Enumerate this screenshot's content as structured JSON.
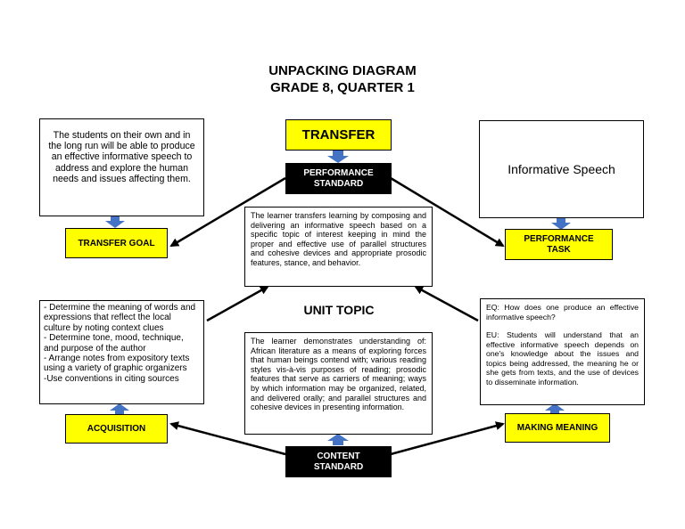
{
  "header": {
    "title": "UNPACKING DIAGRAM",
    "subtitle": "GRADE 8, QUARTER 1"
  },
  "transfer_label": "TRANSFER",
  "performance_standard": {
    "label": "PERFORMANCE STANDARD",
    "text": "The learner transfers learning by composing and delivering an informative speech based on a specific topic of interest keeping in mind the proper and effective use of parallel structures and cohesive devices and appropriate prosodic features, stance, and behavior."
  },
  "transfer_goal": {
    "label": "TRANSFER GOAL",
    "text": "The students on their own and in the long run will be able to produce an effective informative speech to address and explore the human needs and issues affecting them."
  },
  "performance_task": {
    "label": "PERFORMANCE TASK",
    "text": "Informative Speech"
  },
  "unit_topic_label": "UNIT TOPIC",
  "acquisition": {
    "label": "ACQUISITION",
    "items": [
      "- Determine the meaning of words and expressions that reflect the local culture by noting context clues",
      "- Determine tone, mood, technique, and purpose of the author",
      "- Arrange notes from expository texts using a variety of graphic organizers",
      "-Use conventions in citing sources"
    ]
  },
  "making_meaning": {
    "label": "MAKING MEANING",
    "eq": "EQ: How does one produce an effective informative speech?",
    "eu": "EU: Students will understand that an effective informative speech depends on one's knowledge about the issues and topics being addressed, the meaning he or she gets from texts, and the use of devices to disseminate information."
  },
  "content_standard": {
    "label": "CONTENT STANDARD",
    "text": "The learner demonstrates understanding of: African literature as a means of exploring forces that human beings contend with; various reading styles vis-à-vis purposes of reading; prosodic features that serve as carriers of meaning; ways by which information may be organized, related, and delivered orally; and parallel structures and cohesive devices in presenting information."
  },
  "colors": {
    "yellow": "#ffff00",
    "blue_arrow": "#4472c4",
    "black_box": "#000000"
  }
}
